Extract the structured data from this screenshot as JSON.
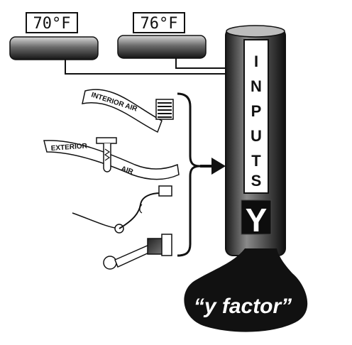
{
  "thermostats": [
    {
      "reading": "70°F"
    },
    {
      "reading": "76°F"
    }
  ],
  "bands": {
    "interior": "INTERIOR AIR",
    "exterior": "EXTERIOR",
    "exterior_air": "AIR"
  },
  "column": {
    "letters": [
      "I",
      "N",
      "P",
      "U",
      "T",
      "S"
    ],
    "y_label": "Y"
  },
  "y_factor": "“y factor”"
}
